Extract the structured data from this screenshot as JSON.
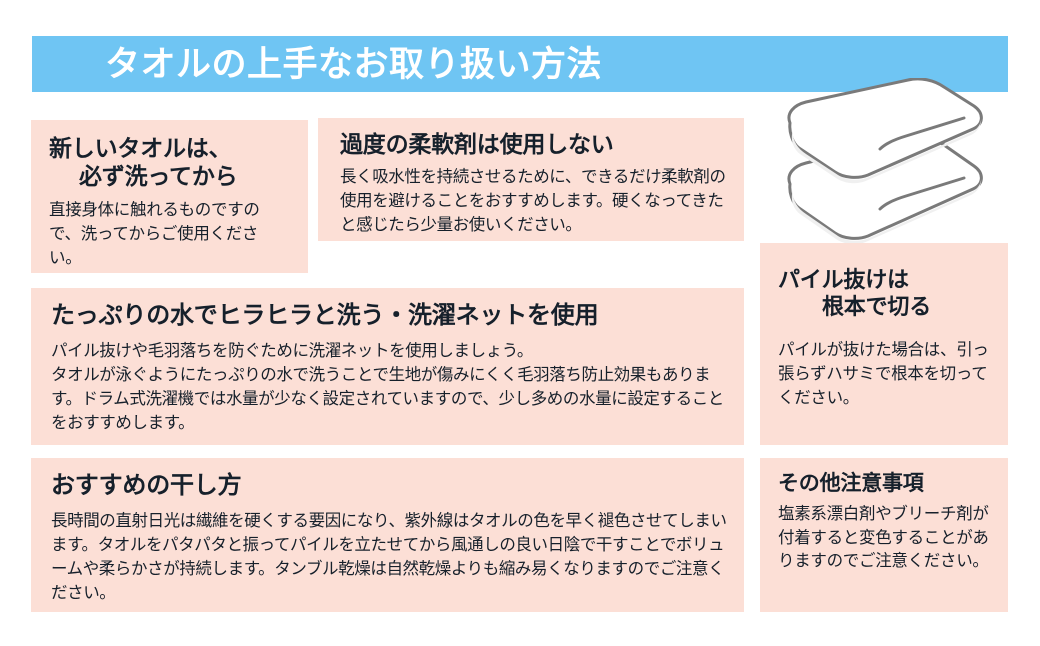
{
  "colors": {
    "header_bar": "#6FC5F3",
    "header_text": "#FFFFFF",
    "card_background": "#FCDFD6",
    "text": "#16202B",
    "page_background": "#FFFFFF",
    "towel_outline": "#7A7A7A",
    "towel_fill": "#FFFFFF",
    "towel_shade": "#F0F0F0"
  },
  "header": {
    "title": "タオルの上手なお取り扱い方法"
  },
  "illustration": {
    "name": "stacked-folded-towels",
    "count": 2
  },
  "cards": [
    {
      "id": "new-towel",
      "title_line1": "新しいタオルは、",
      "title_line2": "必ず洗ってから",
      "body": "直接身体に触れるものですので、洗ってからご使用ください。"
    },
    {
      "id": "softener",
      "title": "過度の柔軟剤は使用しない",
      "body": "長く吸水性を持続させるために、できるだけ柔軟剤の使用を避けることをおすすめします。硬くなってきたと感じたら少量お使いください。"
    },
    {
      "id": "water",
      "title": "たっぷりの水でヒラヒラと洗う・洗濯ネットを使用",
      "body": "パイル抜けや毛羽落ちを防ぐために洗濯ネットを使用しましょう。\nタオルが泳ぐようにたっぷりの水で洗うことで生地が傷みにくく毛羽落ち防止効果もあります。ドラム式洗濯機では水量が少なく設定されていますので、少し多めの水量に設定することをおすすめします。"
    },
    {
      "id": "drying",
      "title": "おすすめの干し方",
      "body": "長時間の直射日光は繊維を硬くする要因になり、紫外線はタオルの色を早く褪色させてしまいます。タオルをパタパタと振ってパイルを立たせてから風通しの良い日陰で干すことでボリュームや柔らかさが持続します。タンブル乾燥は自然乾燥よりも縮み易くなりますのでご注意ください。"
    },
    {
      "id": "pile",
      "title_line1": "パイル抜けは",
      "title_line2": "根本で切る",
      "body": "パイルが抜けた場合は、引っ張らずハサミで根本を切ってください。"
    },
    {
      "id": "other",
      "title": "その他注意事項",
      "body": "塩素系漂白剤やブリーチ剤が付着すると変色することがありますのでご注意ください。"
    }
  ]
}
